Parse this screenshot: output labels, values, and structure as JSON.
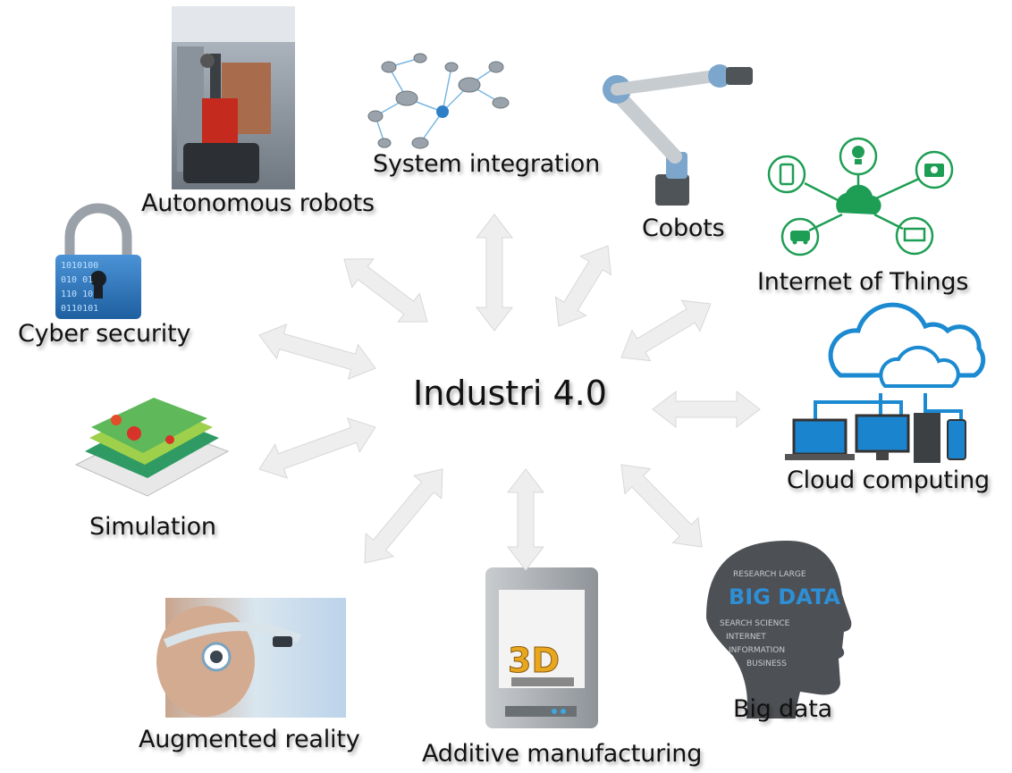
{
  "center": {
    "label": "Industri 4.0"
  },
  "nodes": [
    {
      "id": "autonomous-robots",
      "label": "Autonomous robots"
    },
    {
      "id": "system-integration",
      "label": "System integration"
    },
    {
      "id": "cobots",
      "label": "Cobots"
    },
    {
      "id": "internet-of-things",
      "label": "Internet of Things"
    },
    {
      "id": "cyber-security",
      "label": "Cyber security"
    },
    {
      "id": "cloud-computing",
      "label": "Cloud computing"
    },
    {
      "id": "simulation",
      "label": "Simulation"
    },
    {
      "id": "big-data",
      "label": "Big data"
    },
    {
      "id": "augmented-reality",
      "label": "Augmented reality"
    },
    {
      "id": "additive-manufacturing",
      "label": "Additive manufacturing"
    }
  ],
  "big_data_word": "BIG DATA",
  "printer_text": "3D",
  "colors": {
    "arrow": "#eeeeee",
    "arrow_stroke": "#d8d8d8",
    "iot_green": "#1e9e54",
    "cloud_blue": "#1c8ad1",
    "lock_blue": "#2a78c2"
  }
}
